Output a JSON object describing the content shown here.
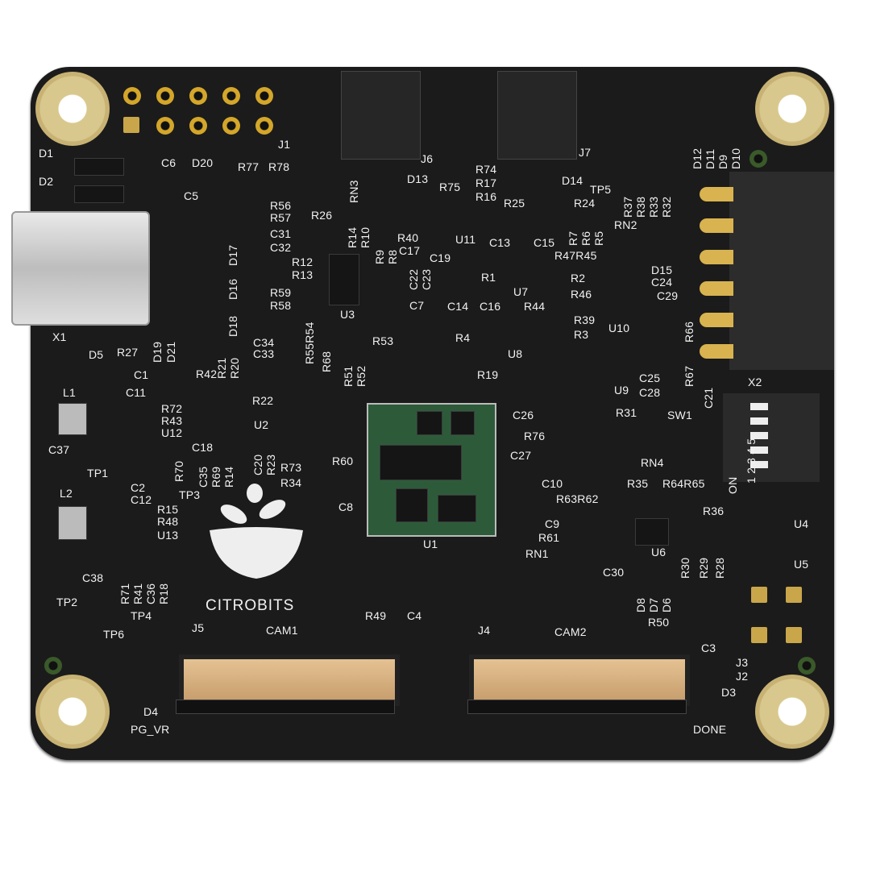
{
  "board": {
    "brand": "CITROBITS",
    "colors": {
      "soldermask": "#1b1b1b",
      "silkscreen": "#f2f2f2",
      "gold": "#d7b35a",
      "module": "#2d5b3a"
    }
  },
  "labels": [
    "J1",
    "D1",
    "D2",
    "C6",
    "D20",
    "C5",
    "R77",
    "R78",
    "RN3",
    "D13",
    "J6",
    "R74",
    "R17",
    "R16",
    "R75",
    "D14",
    "J7",
    "TP5",
    "D12",
    "D11",
    "D9",
    "D10",
    "R56",
    "R57",
    "R26",
    "R14",
    "R10",
    "R9",
    "R8",
    "R40",
    "C17",
    "U11",
    "R25",
    "R24",
    "R7",
    "R6",
    "R5",
    "R37",
    "R38",
    "R33",
    "R32",
    "RN2",
    "C31",
    "C32",
    "D17",
    "D16",
    "D18",
    "R12",
    "R13",
    "C19",
    "C22",
    "C23",
    "C13",
    "C15",
    "R47R45",
    "R1",
    "U7",
    "R2",
    "D15",
    "C24",
    "C29",
    "R46",
    "R59",
    "R58",
    "U3",
    "C7",
    "C14",
    "C16",
    "R44",
    "U10",
    "R66",
    "R39",
    "R3",
    "R4",
    "U8",
    "R55R54",
    "R68",
    "R51",
    "R52",
    "R53",
    "C34",
    "C33",
    "R21",
    "R20",
    "X1",
    "D5",
    "R27",
    "D19",
    "D21",
    "R67",
    "C21",
    "C25",
    "C28",
    "U9",
    "R19",
    "C1",
    "C11",
    "R42",
    "L1",
    "R72",
    "R43",
    "U12",
    "R22",
    "U2",
    "X2",
    "SW1",
    "R31",
    "C26",
    "R76",
    "C27",
    "C18",
    "C35",
    "R69",
    "R14",
    "C20",
    "R23",
    "R70",
    "C37",
    "TP1",
    "R73",
    "R34",
    "RN4",
    "R60",
    "TP3",
    "C2",
    "C12",
    "L2",
    "R15",
    "R48",
    "U13",
    "C8",
    "C10",
    "R63R62",
    "R35",
    "R64R65",
    "R36",
    "U4",
    "C9",
    "R61",
    "U1",
    "U6",
    "RN1",
    "R30",
    "R29",
    "R28",
    "U5",
    "C38",
    "C30",
    "R71",
    "R41",
    "C36",
    "R18",
    "TP2",
    "TP4",
    "TP6",
    "CITROBITS",
    "J5",
    "CAM1",
    "R49",
    "C4",
    "J4",
    "CAM2",
    "D8",
    "D7",
    "D6",
    "R50",
    "C3",
    "J3",
    "J2",
    "D3",
    "D4",
    "PG_VR",
    "DONE",
    "ON",
    "1 2 3 4 5"
  ]
}
